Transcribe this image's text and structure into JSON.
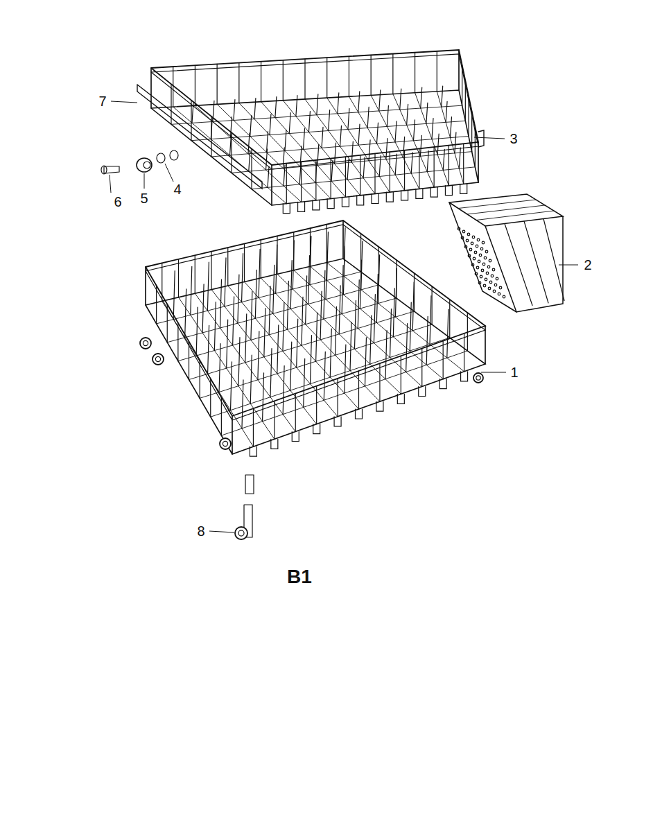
{
  "diagram": {
    "labels": [
      "7",
      "3",
      "6",
      "5",
      "4",
      "2",
      "1",
      "8",
      "B1"
    ]
  }
}
